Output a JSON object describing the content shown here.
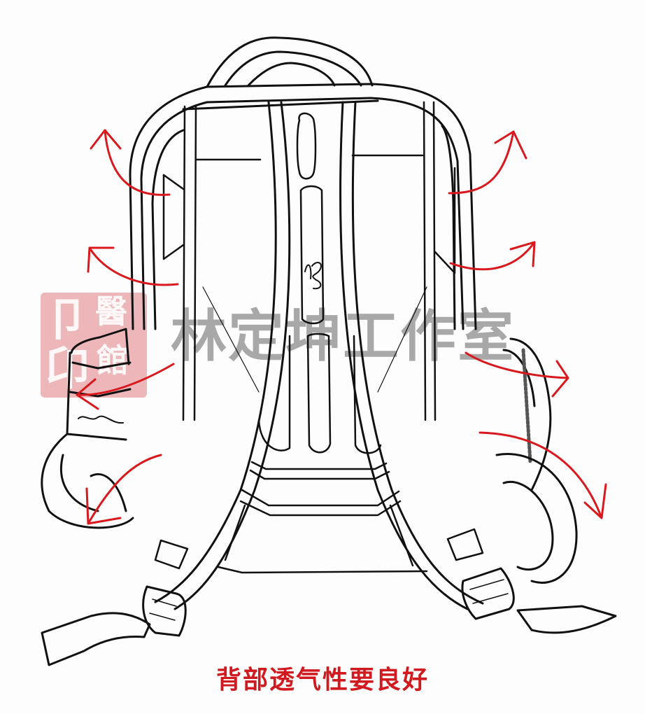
{
  "figure": {
    "subject": "backpack-back-panel-line-drawing",
    "caption": "背部透气性要良好",
    "watermark": "林定坤工作室",
    "seal": {
      "chars": [
        "卩",
        "醫",
        "卬",
        "館"
      ],
      "color": "#e9a3a6"
    },
    "signature_logo": "ws",
    "airflow_arrows": {
      "count": 8,
      "color": "#d8191d",
      "left_side": [
        "up-left",
        "up-left",
        "left",
        "down-left"
      ],
      "right_side": [
        "up-right",
        "up-right",
        "right",
        "down-right"
      ]
    },
    "colors": {
      "line": "#111111",
      "arrow": "#d8191d",
      "caption": "#d11a1f",
      "watermark": "#9a9a9a",
      "background": "#fdfdfd"
    }
  }
}
